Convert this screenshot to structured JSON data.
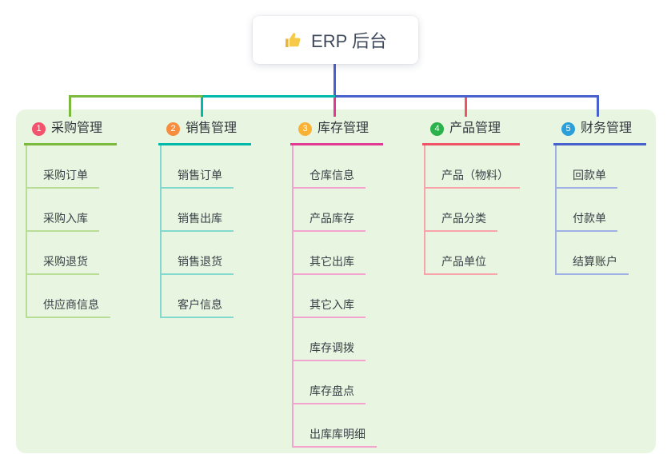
{
  "root": {
    "label": "ERP 后台",
    "icon": "thumbs-up-icon",
    "line_color": "#4c5fd0"
  },
  "branches": [
    {
      "num": "1",
      "label": "采购管理",
      "badge": "#f4536e",
      "line": "#7cb93f",
      "tint": "#b9dd94",
      "children": [
        "采购订单",
        "采购入库",
        "采购退货",
        "供应商信息"
      ]
    },
    {
      "num": "2",
      "label": "销售管理",
      "badge": "#f78d3f",
      "line": "#00b9a8",
      "tint": "#82d9cd",
      "children": [
        "销售订单",
        "销售出库",
        "销售退货",
        "客户信息"
      ]
    },
    {
      "num": "3",
      "label": "库存管理",
      "badge": "#f9b234",
      "line": "#e23a92",
      "tint": "#f2a4ce",
      "children": [
        "仓库信息",
        "产品库存",
        "其它出库",
        "其它入库",
        "库存调拨",
        "库存盘点",
        "出库库明细"
      ]
    },
    {
      "num": "4",
      "label": "产品管理",
      "badge": "#2bb24c",
      "line": "#ee5366",
      "tint": "#f7a3a9",
      "children": [
        "产品（物料）",
        "产品分类",
        "产品单位"
      ]
    },
    {
      "num": "5",
      "label": "财务管理",
      "badge": "#2b9fd9",
      "line": "#4961cd",
      "tint": "#9fb0e5",
      "children": [
        "回款单",
        "付款单",
        "结算账户"
      ]
    }
  ]
}
